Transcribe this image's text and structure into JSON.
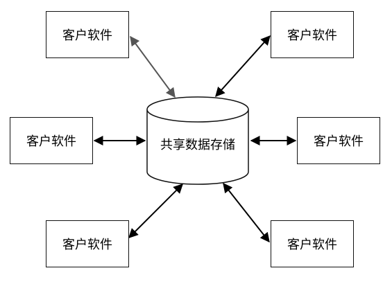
{
  "diagram": {
    "storage": {
      "label": "共享数据存储"
    },
    "clients": {
      "top_left": {
        "label": "客户软件"
      },
      "top_right": {
        "label": "客户软件"
      },
      "middle_left": {
        "label": "客户软件"
      },
      "middle_right": {
        "label": "客户软件"
      },
      "bottom_left": {
        "label": "客户软件"
      },
      "bottom_right": {
        "label": "客户软件"
      }
    },
    "connections": [
      {
        "from": "top_left",
        "to": "storage",
        "direction": "bidirectional",
        "color": "#555555"
      },
      {
        "from": "top_right",
        "to": "storage",
        "direction": "bidirectional",
        "color": "#000000"
      },
      {
        "from": "middle_left",
        "to": "storage",
        "direction": "bidirectional",
        "color": "#000000"
      },
      {
        "from": "middle_right",
        "to": "storage",
        "direction": "bidirectional",
        "color": "#000000"
      },
      {
        "from": "bottom_left",
        "to": "storage",
        "direction": "bidirectional",
        "color": "#000000"
      },
      {
        "from": "bottom_right",
        "to": "storage",
        "direction": "bidirectional",
        "color": "#000000"
      }
    ]
  }
}
